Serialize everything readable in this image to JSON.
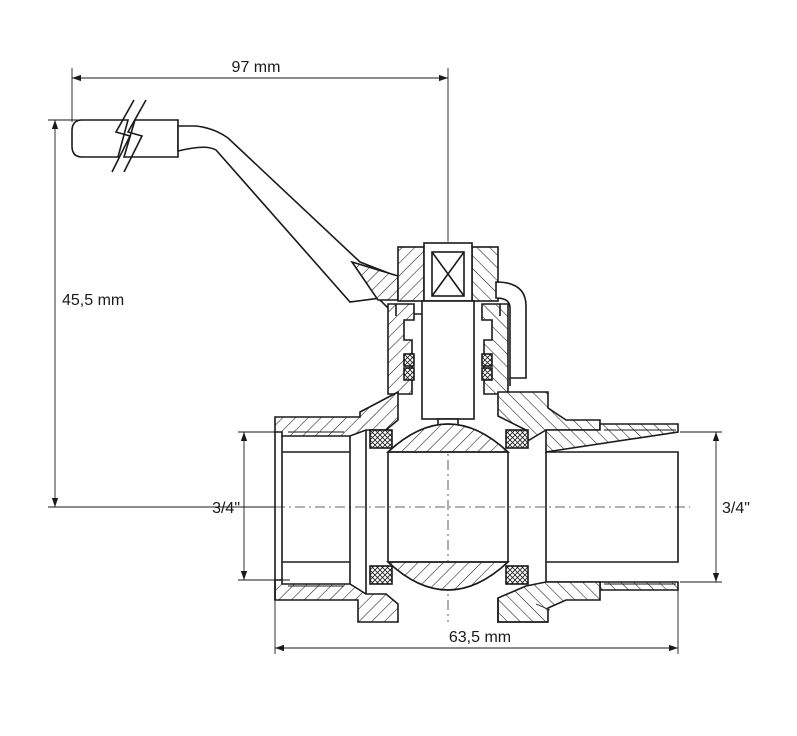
{
  "dimensions": {
    "handle_length": "97 mm",
    "height": "45,5 mm",
    "body_length": "63,5 mm",
    "left_thread": "3/4\"",
    "right_thread": "3/4\""
  },
  "colors": {
    "line": "#1a1a1a",
    "background": "#ffffff"
  }
}
